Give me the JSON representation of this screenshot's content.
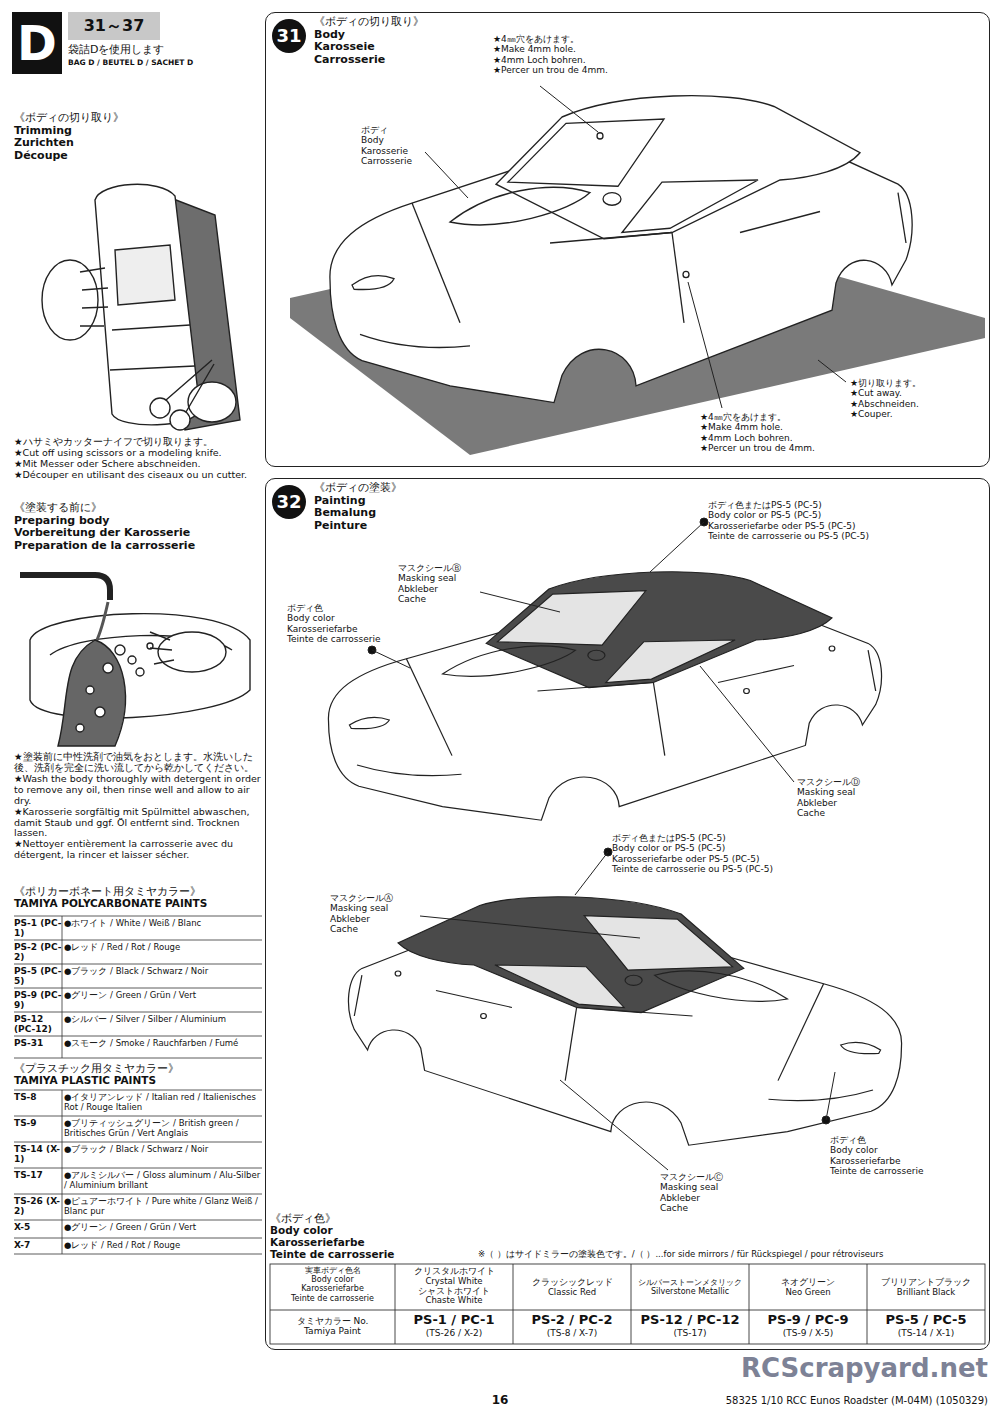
{
  "diagram": {
    "nodes": [
      {
        "text": [
          "D"
        ]
      },
      {
        "text": [
          "《ボディの切り取り》",
          "Body",
          "Karosseie",
          "Carrosserie"
        ]
      },
      {
        "text": [
          "31"
        ],
        "in": 1
      },
      {
        "text": [
          "《ボディの塗装》",
          "Painting",
          "Bemalung",
          "Peinture"
        ]
      },
      {
        "text": [
          "32"
        ],
        "in": 3
      }
    ],
    "labels": [
      "31～37",
      "袋詰Dを使用します",
      "BAG D / BEUTEL D / SACHET D",
      "《ボディの切り取り》",
      "Trimming",
      "Zurichten",
      "Découpe",
      "★ハサミやカッターナイフで切り取ります。",
      "★Cut off using scissors or a modeling knife.",
      "★Mit Messer oder Schere abschneiden.",
      "★Découper en utilisant des ciseaux ou un cutter.",
      "《塗装する前に》",
      "Preparing body",
      "Vorbereitung der Karosserie",
      "Preparation de la carrosserie",
      "★塗装前に中性洗剤で油気をおとします。水洗いした後、洗剤を完全に洗い流してから乾かしてください。",
      "★Wash the body thoroughly with detergent in order to remove any oil, then rinse well and allow to air dry.",
      "★Karosserie sorgfältig mit Spülmittel abwaschen, damit Staub und ggf. Öl entfernt sind. Trocknen lassen.",
      "★Nettoyer entièrement la carrosserie avec du détergent, la rincer et laisser sécher.",
      "《ポリカーボネート用タミヤカラー》",
      "TAMIYA POLYCARBONATE PAINTS",
      "PS-1 (PC-1)",
      "●ホワイト / White / Weiß / Blanc",
      "PS-2 (PC-2)",
      "●レッド / Red / Rot / Rouge",
      "PS-5 (PC-5)",
      "●ブラック / Black / Schwarz / Noir",
      "PS-9 (PC-9)",
      "●グリーン / Green / Grün / Vert",
      "PS-12 (PC-12)",
      "●シルバー / Silver / Silber / Aluminium",
      "PS-31",
      "●スモーク / Smoke / Rauchfarben / Fumé",
      "《プラスチック用タミヤカラー》",
      "TAMIYA PLASTIC PAINTS",
      "TS-8",
      "●イタリアンレッド / Italian red / Italienisches Rot / Rouge Italien",
      "TS-9",
      "●ブリティッシュグリーン / British green / Britisches Grün / Vert Anglais",
      "TS-14 (X-1)",
      "●ブラック / Black / Schwarz / Noir",
      "TS-17",
      "●アルミシルバー / Gloss aluminum / Alu-Silber / Aluminium brillant",
      "TS-26 (X-2)",
      "●ピュアーホワイト / Pure white / Glanz Weiß / Blanc pur",
      "X-5",
      "●グリーン / Green / Grün / Vert",
      "X-7",
      "●レッド / Red / Rot / Rouge",
      "★4㎜穴をあけます。",
      "★Make 4mm hole.",
      "★4mm Loch bohren.",
      "★Percer un trou de 4mm.",
      "ボディ",
      "Body",
      "Karosserie",
      "Carrosserie",
      "★切り取ります。",
      "★Cut away.",
      "★Abschneiden.",
      "★Couper.",
      "★4㎜穴をあけます。",
      "★Make 4mm hole.",
      "★4mm Loch bohren.",
      "★Percer un trou de 4mm.",
      "ボディ色またはPS-5 (PC-5)",
      "Body color or PS-5 (PC-5)",
      "Karosseriefarbe oder PS-5 (PC-5)",
      "Teinte de carrosserie ou PS-5 (PC-5)",
      "マスクシールⒷ",
      "Masking seal",
      "Abkleber",
      "Cache",
      "ボディ色",
      "Body color",
      "Karosseriefarbe",
      "Teinte de carrosserie",
      "マスクシールⒹ",
      "Masking seal",
      "Abkleber",
      "Cache",
      "ボディ色またはPS-5 (PC-5)",
      "Body color or PS-5 (PC-5)",
      "Karosseriefarbe oder PS-5 (PC-5)",
      "Teinte de carrosserie ou PS-5 (PC-5)",
      "マスクシールⒶ",
      "Masking seal",
      "Abkleber",
      "Cache",
      "ボディ色",
      "Body color",
      "Karosseriefarbe",
      "Teinte de carrosserie",
      "マスクシールⒸ",
      "Masking seal",
      "Abkleber",
      "Cache",
      "《ボディ色》",
      "Body color",
      "Karosseriefarbe",
      "Teinte de carrosserie",
      "※（ ）はサイドミラーの塗装色です。/（ ）...for side mirrors / für Rückspiegel / pour rétroviseurs",
      "実車ボディ色名",
      "Body color",
      "Karosseriefarbe",
      "Teinte de carrosserie",
      "クリスタルホワイト",
      "Crystal White",
      "シャストホワイト",
      "Chaste White",
      "クラッシックレッド",
      "Classic Red",
      "シルバーストーンメタリック",
      "Silverstone Metallic",
      "ネオグリーン",
      "Neo Green",
      "ブリリアントブラック",
      "Brilliant Black",
      "タミヤカラー No.",
      "Tamiya Paint",
      "PS-1 / PC-1",
      "(TS-26 / X-2)",
      "PS-2 / PC-2",
      "(TS-8 / X-7)",
      "PS-12 / PC-12",
      "(TS-17)",
      "PS-9 / PC-9",
      "(TS-9 / X-5)",
      "PS-5 / PC-5",
      "(TS-14 / X-1)",
      "16",
      "58325 1/10 RCC Eunos Roadster (M-04M) (1050329)",
      "RCScrapyard.net"
    ]
  }
}
